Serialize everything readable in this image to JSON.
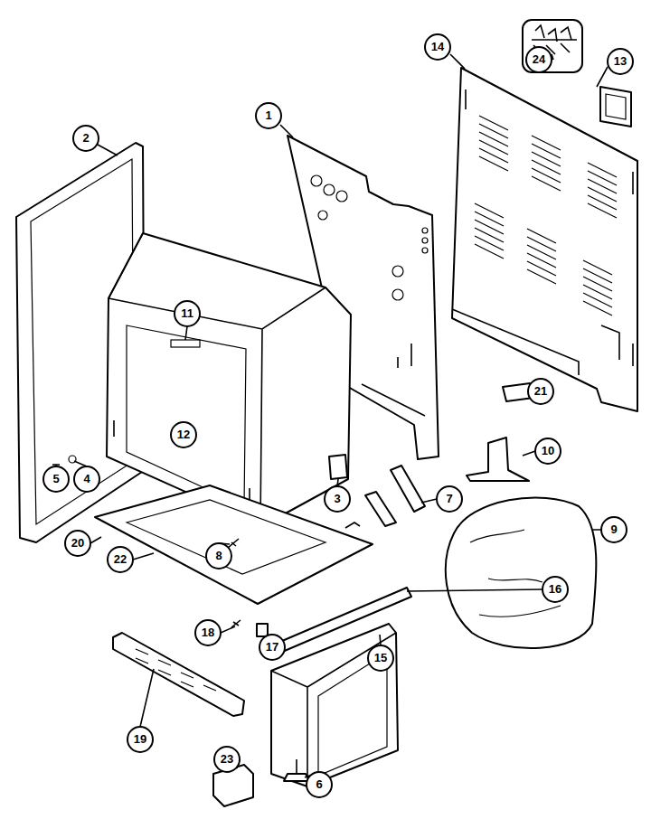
{
  "diagram": {
    "labels": [
      "24",
      "14",
      "13",
      "1",
      "2",
      "11",
      "21",
      "12",
      "10",
      "5",
      "4",
      "3",
      "7",
      "9",
      "20",
      "22",
      "8",
      "16",
      "18",
      "17",
      "15",
      "19",
      "23",
      "6"
    ]
  }
}
